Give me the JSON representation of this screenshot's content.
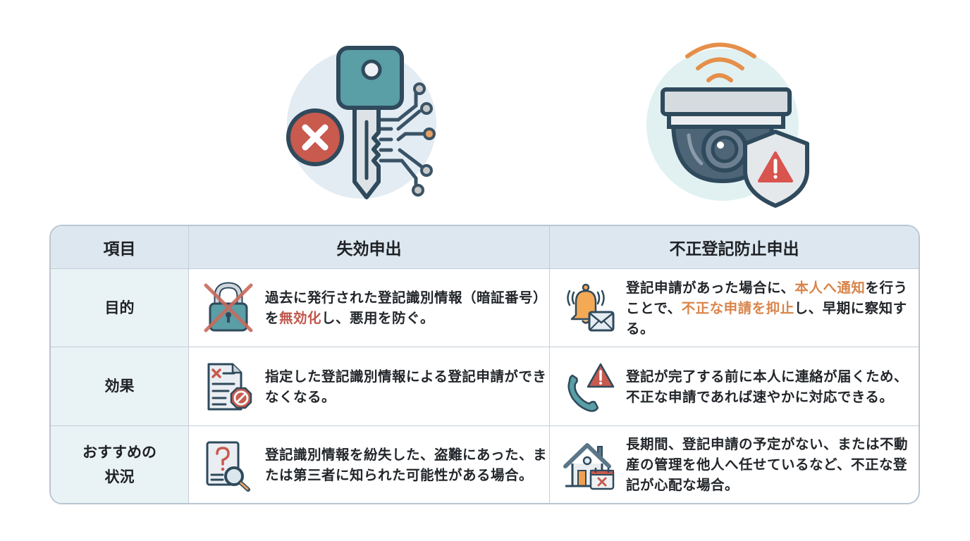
{
  "colors": {
    "header_bg": "#dde7f0",
    "label_bg": "#e9f2f5",
    "border": "#b9c6d2",
    "highlight_red": "#c0564c",
    "highlight_orange": "#d9844a",
    "teal": "#5a9ea6",
    "navy": "#2f4a5c"
  },
  "hero": {
    "left_icon": "key-invalidated-icon",
    "right_icon": "security-camera-alert-icon"
  },
  "table": {
    "headers": [
      "項目",
      "失効申出",
      "不正登記防止申出"
    ],
    "rows": [
      {
        "label": "目的",
        "col1": {
          "icon": "padlock-crossed-icon",
          "text_before": "過去に発行された登記識別情報（暗証番号）を",
          "highlight": "無効化",
          "text_after": "し、悪用を防ぐ。"
        },
        "col2": {
          "icon": "bell-envelope-icon",
          "text_before": "登記申請があった場合に、",
          "highlight1": "本人へ通知",
          "text_middle": "を行うことで、",
          "highlight2": "不正な申請を抑止",
          "text_after": "し、早期に察知する。"
        }
      },
      {
        "label": "効果",
        "col1": {
          "icon": "document-blocked-icon",
          "text": "指定した登記識別情報による登記申請ができなくなる。"
        },
        "col2": {
          "icon": "phone-alert-icon",
          "text": "登記が完了する前に本人に連絡が届くため、不正な申請であれば速やかに対応できる。"
        }
      },
      {
        "label_line1": "おすすめの",
        "label_line2": "状況",
        "col1": {
          "icon": "document-search-icon",
          "text": "登記識別情報を紛失した、盗難にあった、または第三者に知られた可能性がある場合。"
        },
        "col2": {
          "icon": "house-calendar-icon",
          "text": "長期間、登記申請の予定がない、または不動産の管理を他人へ任せているなど、不正な登記が心配な場合。"
        }
      }
    ]
  }
}
